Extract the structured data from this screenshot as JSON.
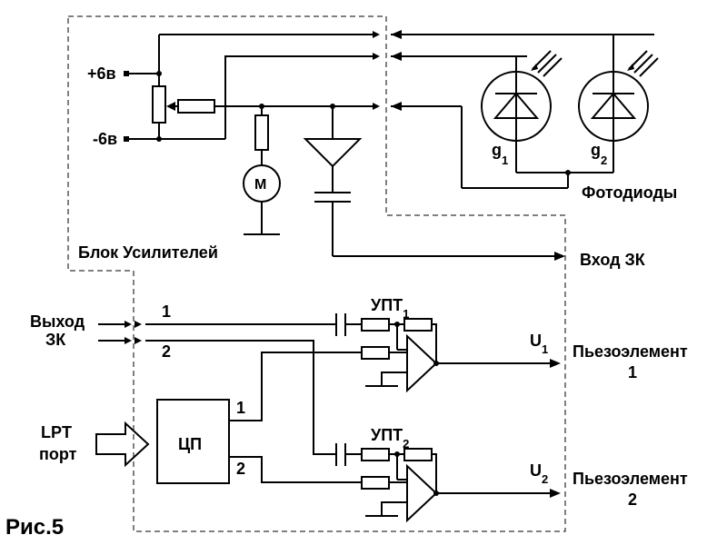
{
  "labels": {
    "plus6": "+6в",
    "minus6": "-6в",
    "motor": "М",
    "block_amplifiers": "Блок Усилителей",
    "g1_main": "g",
    "g1_sub": "1",
    "g2_main": "g",
    "g2_sub": "2",
    "photodiodes": "Фотодиоды",
    "input_zk": "Вход ЗК",
    "output_zk_line1": "Выход",
    "output_zk_line2": "ЗК",
    "line1": "1",
    "line2": "2",
    "upt1_main": "УПТ",
    "upt1_sub": "1",
    "upt2_main": "УПТ",
    "upt2_sub": "2",
    "u1_main": "U",
    "u1_sub": "1",
    "u2_main": "U",
    "u2_sub": "2",
    "piezo1_line1": "Пьезоэлемент",
    "piezo1_line2": "1",
    "piezo2_line1": "Пьезоэлемент",
    "piezo2_line2": "2",
    "lpt_line1": "LPT",
    "lpt_line2": "порт",
    "cp": "ЦП",
    "cp_out1": "1",
    "cp_out2": "2",
    "caption": "Рис.5"
  }
}
